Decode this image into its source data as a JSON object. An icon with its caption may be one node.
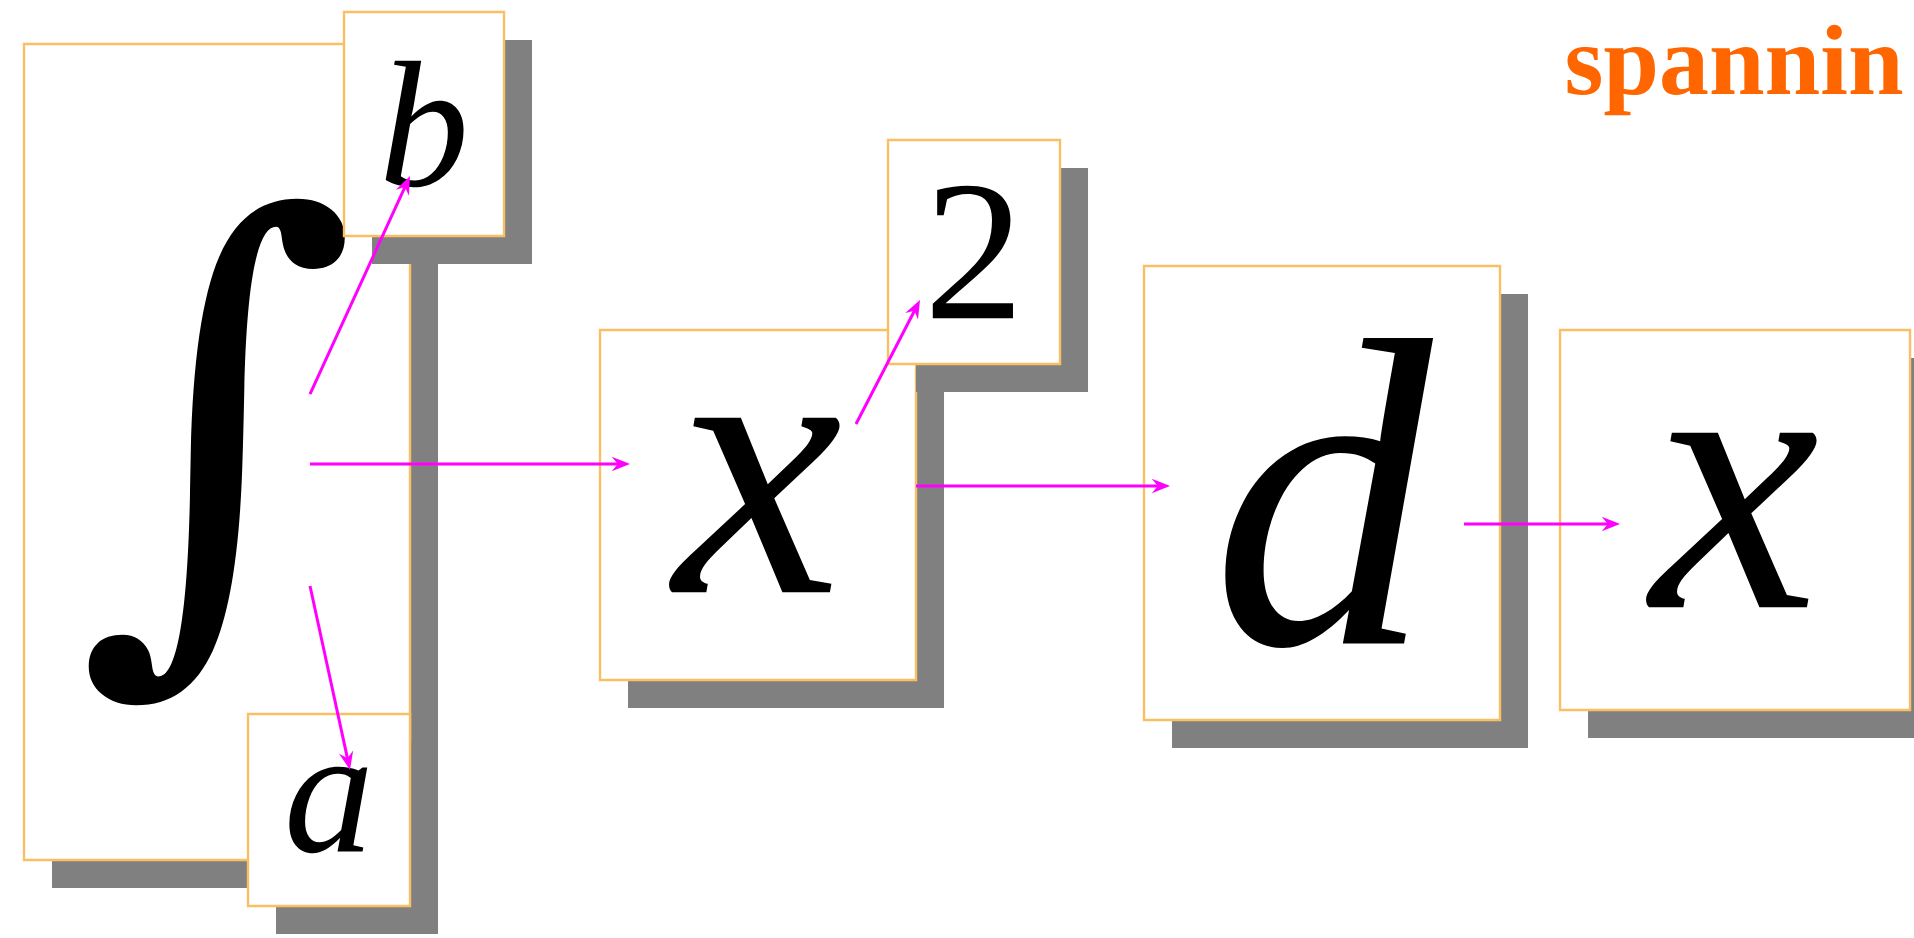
{
  "diagram": {
    "title": "spannin",
    "nodes": [
      {
        "text": [
          "∫"
        ]
      },
      {
        "text": [
          "b"
        ]
      },
      {
        "text": [
          "a"
        ]
      },
      {
        "text": [
          "x"
        ]
      },
      {
        "text": [
          "2"
        ]
      },
      {
        "text": [
          "d"
        ]
      },
      {
        "text": [
          "x"
        ]
      }
    ],
    "edges": [
      {
        "from": 0,
        "to": 1,
        "arrow": "to"
      },
      {
        "from": 0,
        "to": 3,
        "arrow": "to"
      },
      {
        "from": 0,
        "to": 2,
        "arrow": "to"
      },
      {
        "from": 3,
        "to": 4,
        "arrow": "to"
      },
      {
        "from": 3,
        "to": 5,
        "arrow": "to"
      },
      {
        "from": 5,
        "to": 6,
        "arrow": "to"
      }
    ]
  }
}
